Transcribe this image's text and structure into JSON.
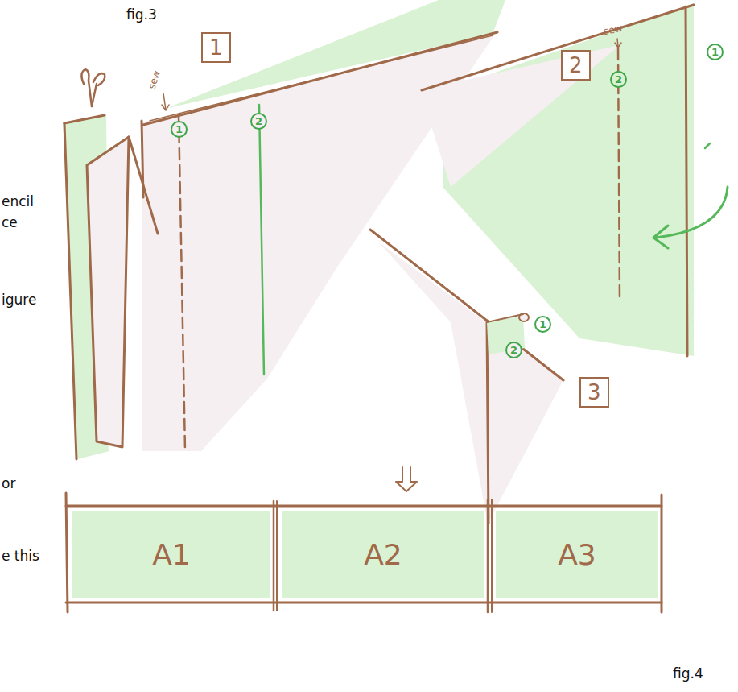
{
  "diagram": {
    "nodes": [
      {
        "text": [
          "1"
        ]
      },
      {
        "text": [
          "1"
        ]
      },
      {
        "text": [
          "2"
        ]
      },
      {
        "text": [
          "2"
        ]
      },
      {
        "text": [
          "2"
        ]
      },
      {
        "text": [
          "1"
        ]
      },
      {
        "text": [
          "2"
        ]
      },
      {
        "text": [
          "1"
        ]
      },
      {
        "text": [
          "3"
        ]
      },
      {
        "text": [
          "A1"
        ]
      },
      {
        "text": [
          "A2"
        ]
      },
      {
        "text": [
          "A3"
        ]
      }
    ],
    "labels": [
      "fig.3",
      "sew",
      "sew",
      "encil",
      "ce",
      "igure",
      "or",
      "e this",
      "fig.4"
    ]
  }
}
